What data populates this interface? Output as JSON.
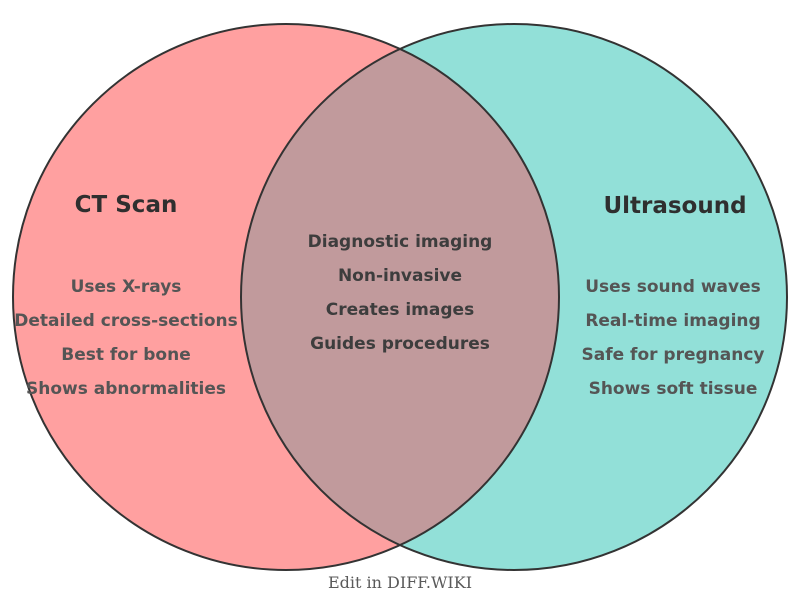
{
  "venn": {
    "outline_color": "#333333",
    "left": {
      "title": "CT Scan",
      "color": "#FFA0A0",
      "items": [
        "Uses X-rays",
        "Detailed cross-sections",
        "Best for bone",
        "Shows abnormalities"
      ]
    },
    "right": {
      "title": "Ultrasound",
      "color": "#92E0D8",
      "items": [
        "Uses sound waves",
        "Real-time imaging",
        "Safe for pregnancy",
        "Shows soft tissue"
      ]
    },
    "intersection": {
      "color": "#C19A9C",
      "items": [
        "Diagnostic imaging",
        "Non-invasive",
        "Creates images",
        "Guides procedures"
      ]
    }
  },
  "footer": {
    "label": "Edit in DIFF.WIKI"
  }
}
